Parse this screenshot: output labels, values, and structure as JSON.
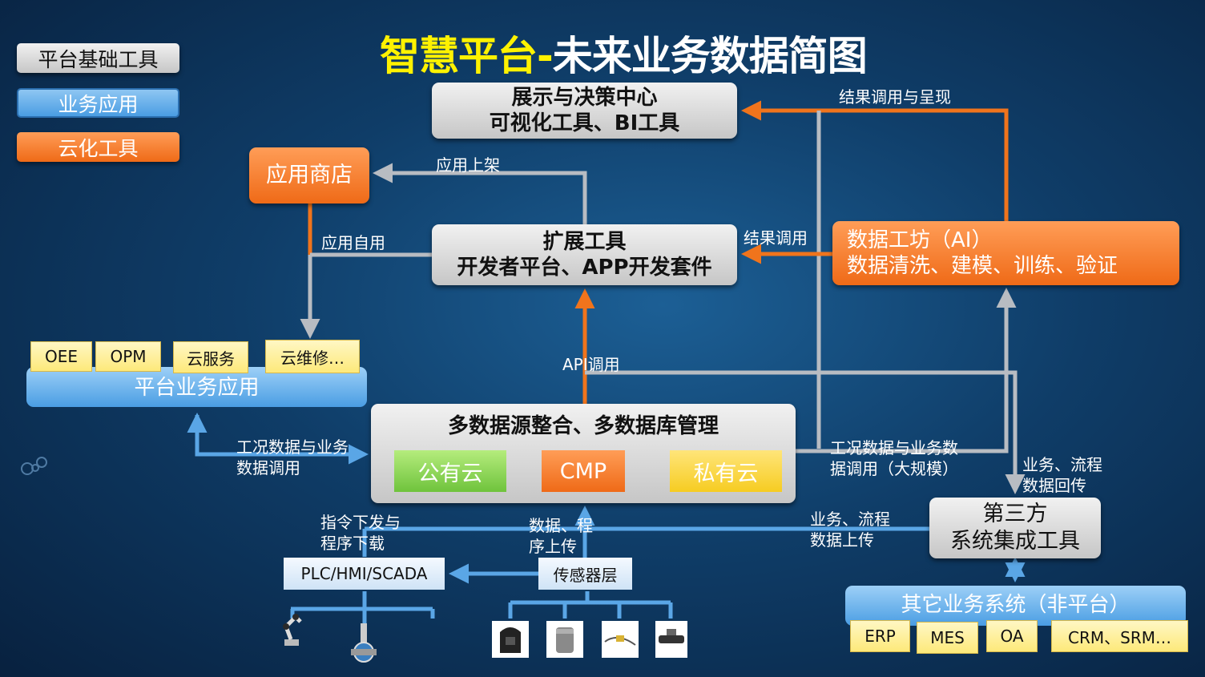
{
  "title": {
    "part1": "智慧平台-",
    "part2": "未来业务数据简图"
  },
  "legend": {
    "base": "平台基础工具",
    "business": "业务应用",
    "cloud": "云化工具"
  },
  "display_center": {
    "line1": "展示与决策中心",
    "line2": "可视化工具、BI工具"
  },
  "app_store": "应用商店",
  "ext_tools": {
    "line1": "扩展工具",
    "line2": "开发者平台、APP开发套件"
  },
  "data_workshop": {
    "line1": "数据工坊（AI）",
    "line2": "数据清洗、建模、训练、验证"
  },
  "platform_apps": {
    "label": "平台业务应用",
    "items": [
      "OEE",
      "OPM",
      "云服务",
      "云维修…"
    ]
  },
  "data_integration": {
    "title": "多数据源整合、多数据库管理",
    "public": "公有云",
    "cmp": "CMP",
    "private": "私有云"
  },
  "third_party": {
    "line1": "第三方",
    "line2": "系统集成工具"
  },
  "other_systems": {
    "label": "其它业务系统（非平台）",
    "items": [
      "ERP",
      "MES",
      "OA",
      "CRM、SRM…"
    ]
  },
  "plc": "PLC/HMI/SCADA",
  "sensor": "传感器层",
  "edges": {
    "result_present": "结果调用与呈现",
    "app_shelf": "应用上架",
    "app_self": "应用自用",
    "result_call": "结果调用",
    "api_call": "API调用",
    "cond_data_1": "工况数据与业务",
    "cond_data_2": "数据调用",
    "cond_big_1": "工况数据与业务数",
    "cond_big_2": "据调用（大规模）",
    "biz_return_1": "业务、流程",
    "biz_return_2": "数据回传",
    "biz_upload_1": "业务、流程",
    "biz_upload_2": "数据上传",
    "cmd_1": "指令下发与",
    "cmd_2": "程序下载",
    "data_prog_1": "数据、程",
    "data_prog_2": "序上传"
  },
  "colors": {
    "orange_line": "#f0741c",
    "gray_line": "#b8bcc2",
    "blue_line": "#5aa6e6",
    "title_yellow": "#fff200"
  }
}
